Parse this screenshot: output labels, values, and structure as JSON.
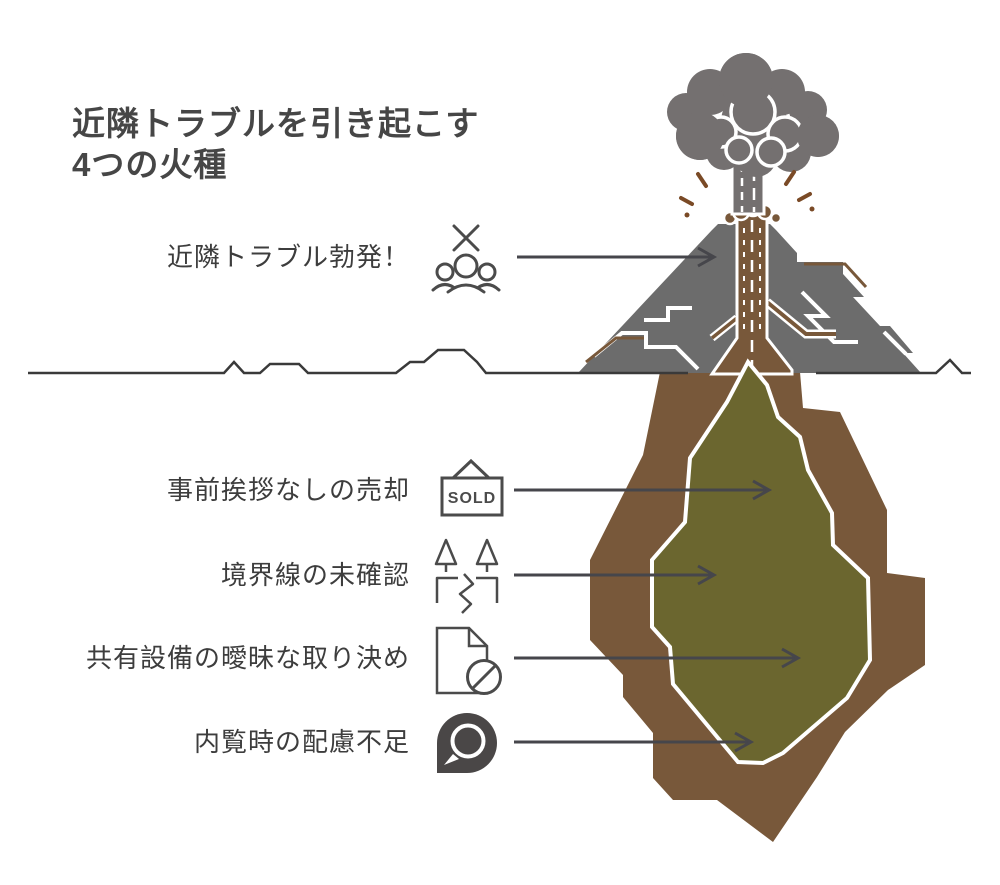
{
  "title": {
    "line1": "近隣トラブルを引き起こす",
    "line2": "4つの火種"
  },
  "callouts": [
    {
      "text": "近隣トラブル勃発！",
      "icon": "people-x-icon",
      "target": "volcano-summit"
    },
    {
      "text": "事前挨拶なしの売却",
      "icon": "sold-sign-icon",
      "target": "magma-pocket"
    },
    {
      "text": "境界線の未確認",
      "icon": "boundary-stakes-icon",
      "target": "magma-pocket"
    },
    {
      "text": "共有設備の曖昧な取り決め",
      "icon": "document-prohibited-icon",
      "target": "magma-pocket"
    },
    {
      "text": "内覧時の配慮不足",
      "icon": "speech-bubble-icon",
      "target": "magma-pocket"
    }
  ],
  "sold_sign": {
    "label": "SOLD"
  },
  "colors": {
    "magma_brown": "#78583a",
    "lava_spark_brown": "#7a4a26",
    "magma_pocket_olive": "#6b662f",
    "mountain_gray": "#6c6c6c",
    "smoke_gray": "#747070",
    "ground_line": "#3a3a3a",
    "arrow_gray": "#46464b",
    "icon_gray": "#4b4b4b",
    "title_text": "#464646",
    "label_text": "#3d3d3d"
  }
}
